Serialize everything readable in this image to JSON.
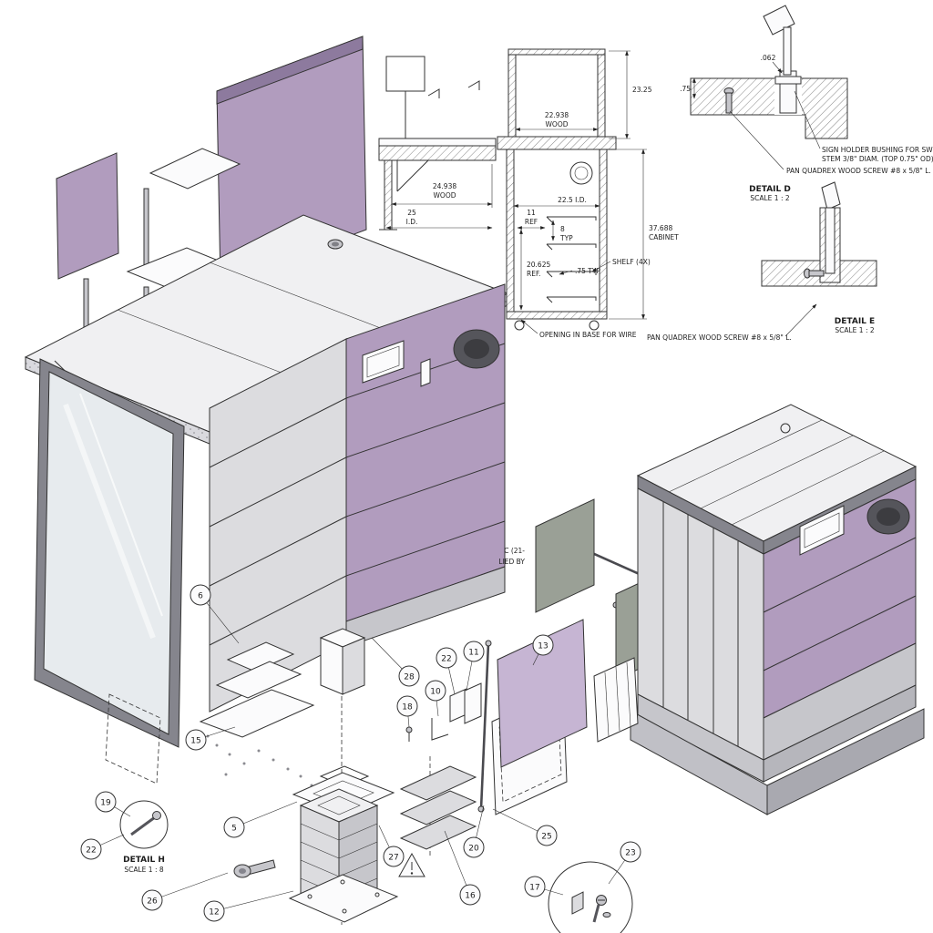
{
  "colors": {
    "purple": "#b19cbe",
    "purple_dark": "#8d7a9e",
    "purple_light": "#c6b5d3",
    "sage": "#9aa096",
    "gray1": "#f0f0f2",
    "gray2": "#dcdcdf",
    "gray3": "#c6c6cb",
    "metal": "#85858d",
    "ink": "#333333",
    "mirror": "#e7ebee"
  },
  "side_section": {
    "dim1": "24.938",
    "dim1b": "WOOD",
    "dim2": "25",
    "dim2b": "I.D."
  },
  "front_section": {
    "h_top": "23.25",
    "w_top": "22.938",
    "w_top_b": "WOOD",
    "w_id": "22.5 I.D.",
    "d11": "11",
    "d11b": "REF",
    "d8": "8",
    "d8b": "TYP",
    "h_cab": "37.688",
    "h_cab_b": "CABINET",
    "d20": "20.625",
    "d20b": "REF.",
    "d75": ".75 TYP",
    "shelf": "SHELF (4X)",
    "opening": "OPENING IN BASE FOR WIRE"
  },
  "detail_d": {
    "title": "DETAIL D",
    "scale": "SCALE 1 : 2",
    "dim_a": ".062",
    "dim_b": ".75",
    "note1a": "SIGN HOLDER BUSHING FOR SWEDO",
    "note1b": "STEM 3/8\" DIAM. (TOP 0.75\" OD)",
    "note2": "PAN QUADREX WOOD SCREW #8 x 5/8\" L."
  },
  "detail_e": {
    "title": "DETAIL E",
    "scale": "SCALE 1 : 2",
    "note": "PAN QUADREX WOOD SCREW #8 x 5/8\" L."
  },
  "detail_h": {
    "title": "DETAIL H",
    "scale": "SCALE 1 : 8"
  },
  "fragment": {
    "line1": "C (21-",
    "line2": "LIED BY"
  },
  "callouts": {
    "c5": "5",
    "c6": "6",
    "c10": "10",
    "c11": "11",
    "c12": "12",
    "c13": "13",
    "c15": "15",
    "c16": "16",
    "c17": "17",
    "c18": "18",
    "c19": "19",
    "c20": "20",
    "c22a": "22",
    "c22b": "22",
    "c23": "23",
    "c25": "25",
    "c26": "26",
    "c27": "27",
    "c28": "28"
  }
}
